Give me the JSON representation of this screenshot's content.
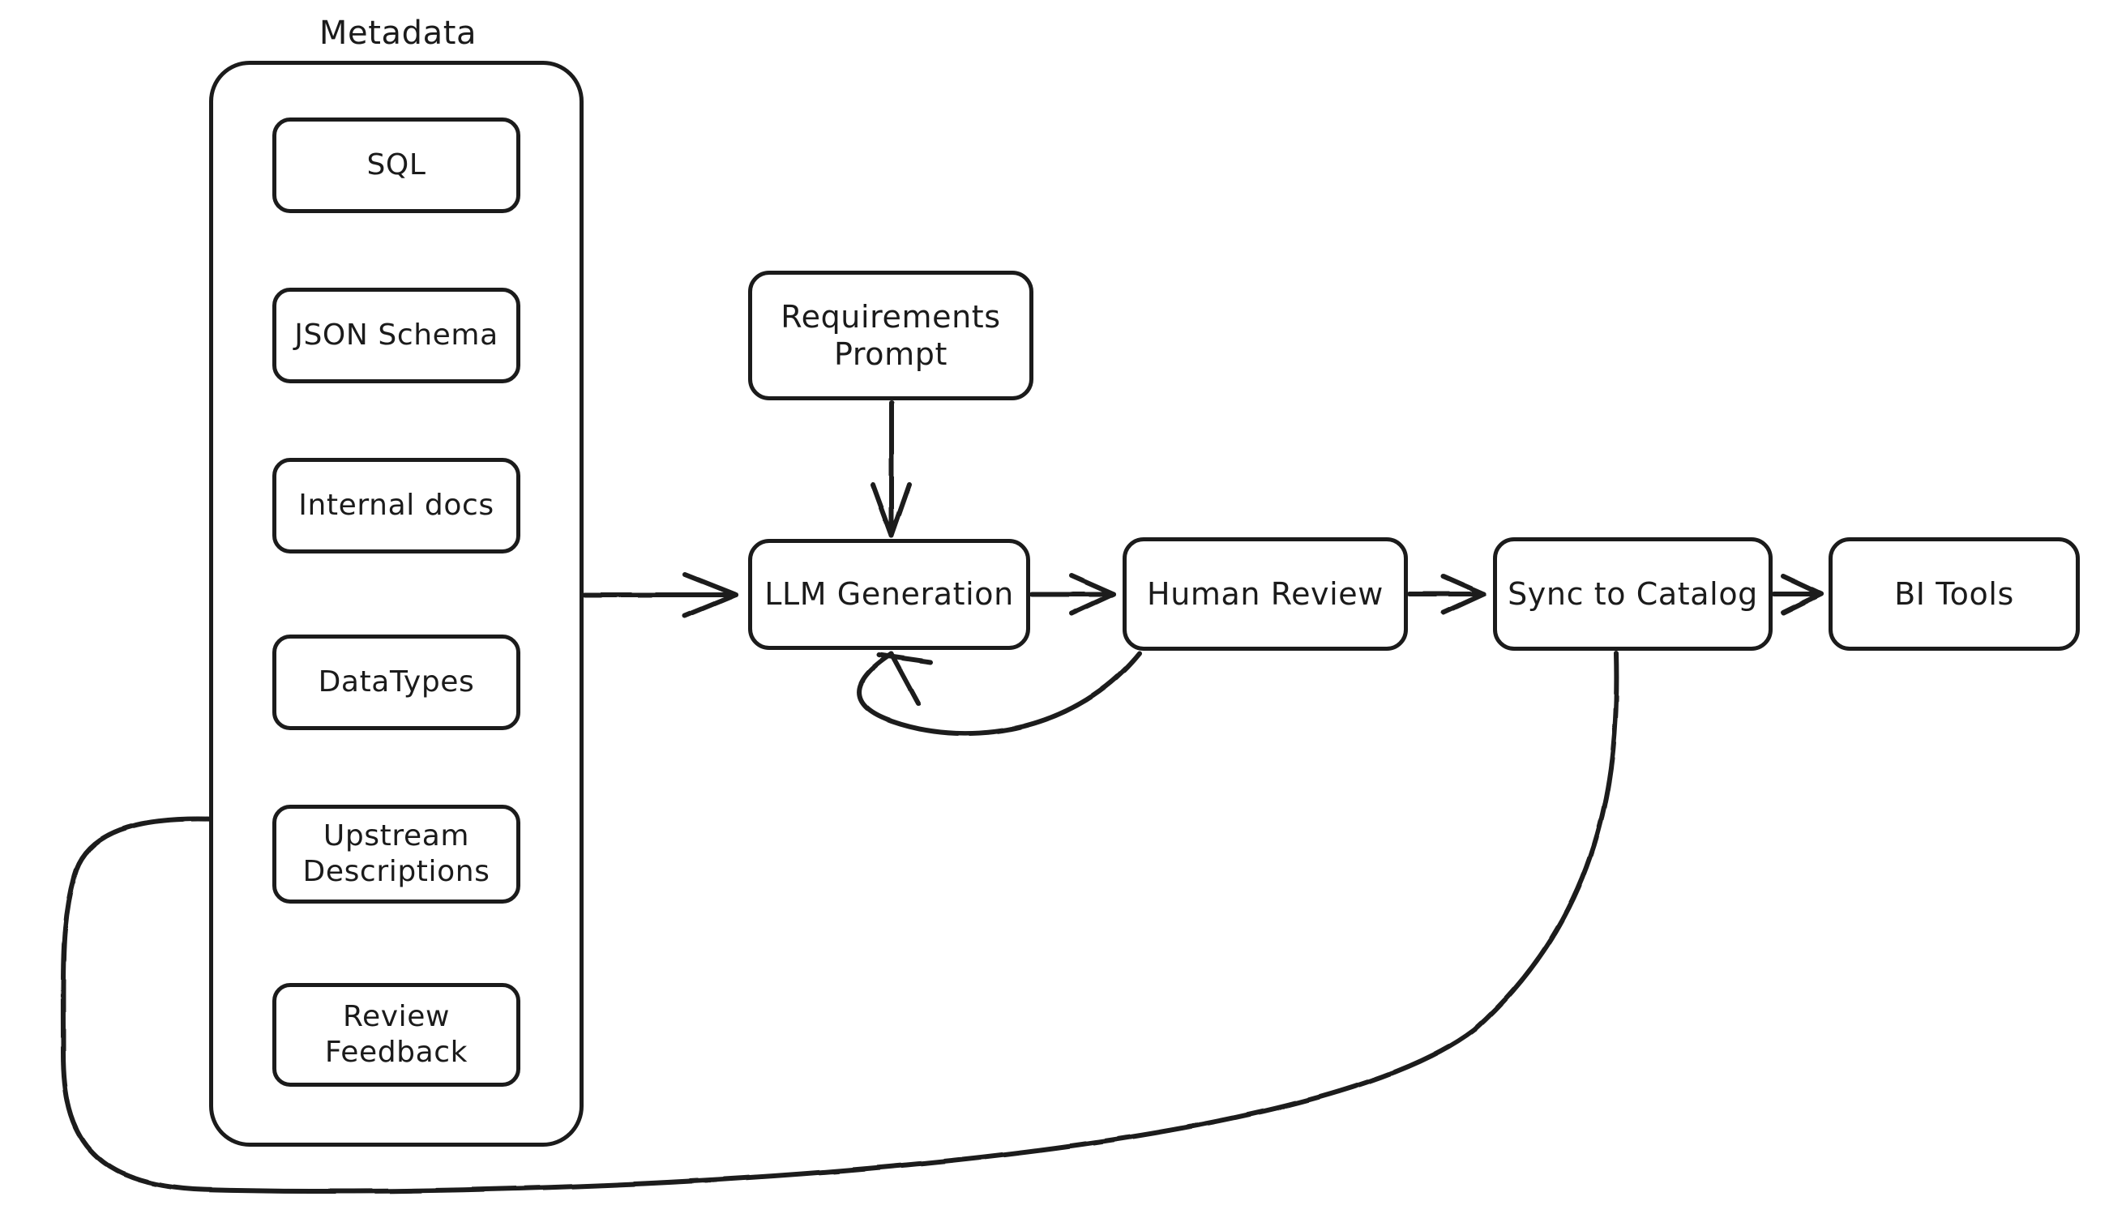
{
  "diagram": {
    "title": "Metadata-driven LLM description pipeline",
    "style": "hand-drawn",
    "colors": {
      "stroke": "#1b1b1b",
      "background": "#ffffff",
      "text": "#1b1b1b"
    },
    "metadata_group": {
      "label": "Metadata",
      "items": [
        {
          "id": "sql",
          "label": "SQL"
        },
        {
          "id": "json-schema",
          "label": "JSON Schema"
        },
        {
          "id": "internal-docs",
          "label": "Internal docs"
        },
        {
          "id": "datatypes",
          "label": "DataTypes"
        },
        {
          "id": "upstream-descriptions",
          "label": "Upstream\nDescriptions"
        },
        {
          "id": "review-feedback",
          "label": "Review\nFeedback"
        }
      ]
    },
    "nodes": [
      {
        "id": "requirements-prompt",
        "label": "Requirements\nPrompt"
      },
      {
        "id": "llm-generation",
        "label": "LLM Generation"
      },
      {
        "id": "human-review",
        "label": "Human Review"
      },
      {
        "id": "sync-to-catalog",
        "label": "Sync to Catalog"
      },
      {
        "id": "bi-tools",
        "label": "BI Tools"
      }
    ],
    "edges": [
      {
        "id": "metadata-to-llm",
        "from": "Metadata",
        "to": "LLM Generation",
        "arrow": true,
        "shape": "straight"
      },
      {
        "id": "requirements-to-llm",
        "from": "Requirements Prompt",
        "to": "LLM Generation",
        "arrow": true,
        "shape": "straight-down"
      },
      {
        "id": "llm-to-review",
        "from": "LLM Generation",
        "to": "Human Review",
        "arrow": true,
        "shape": "straight"
      },
      {
        "id": "review-to-sync",
        "from": "Human Review",
        "to": "Sync to Catalog",
        "arrow": true,
        "shape": "straight"
      },
      {
        "id": "sync-to-bi",
        "from": "Sync to Catalog",
        "to": "BI Tools",
        "arrow": true,
        "shape": "straight"
      },
      {
        "id": "review-back-to-llm",
        "from": "Human Review",
        "to": "LLM Generation",
        "arrow": true,
        "shape": "curve-below"
      },
      {
        "id": "sync-back-to-upstream",
        "from": "Sync to Catalog",
        "to": "Upstream Descriptions",
        "arrow": true,
        "shape": "long-loop-below"
      }
    ]
  }
}
